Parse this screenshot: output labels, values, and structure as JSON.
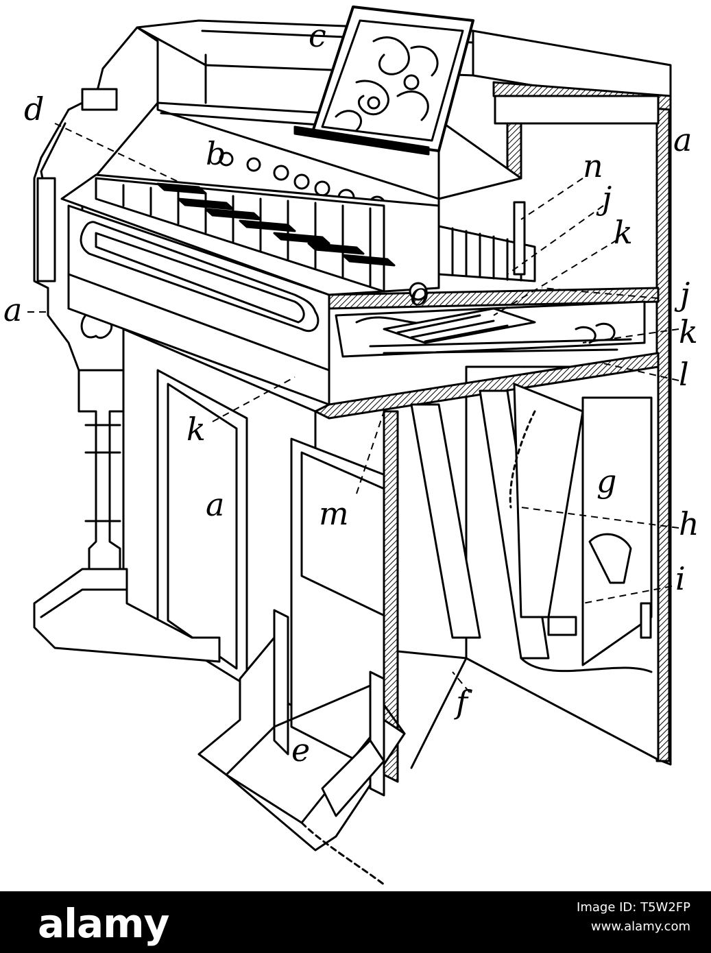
{
  "labels": {
    "a_right": "a",
    "a_left": "a",
    "a_mid": "a",
    "b": "b",
    "c": "c",
    "d": "d",
    "e": "e",
    "f": "f",
    "g": "g",
    "h": "h",
    "i": "i",
    "j1": "j",
    "j2": "j",
    "k1": "k",
    "k2": "k",
    "k3": "k",
    "l": "l",
    "m": "m",
    "n": "n",
    "o": "o"
  },
  "footer": {
    "brand": "alamy",
    "image_id": "Image ID: T5W2FP",
    "url": "www.alamy.com"
  },
  "colors": {
    "ink": "#000000",
    "paper": "#ffffff",
    "footer_bg": "#000000",
    "footer_text": "#ffffff"
  }
}
